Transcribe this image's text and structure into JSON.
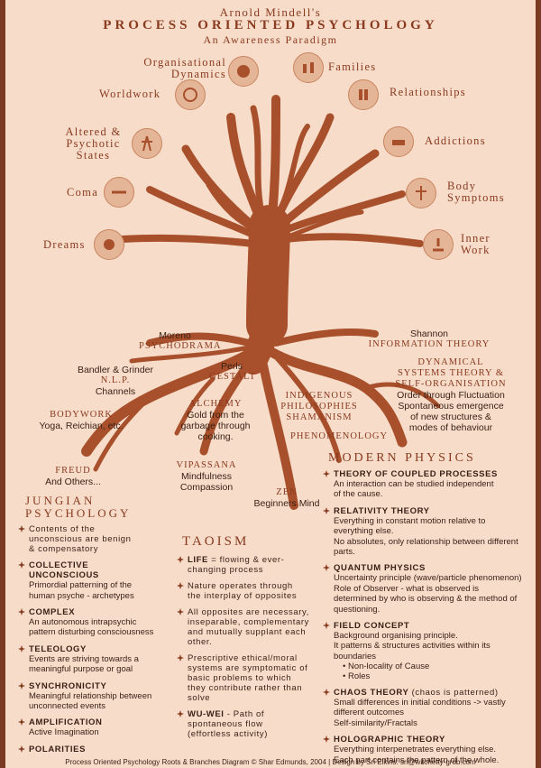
{
  "header": {
    "author": "Arnold Mindell's",
    "title": "PROCESS ORIENTED PSYCHOLOGY",
    "subtitle": "An Awareness Paradigm"
  },
  "branches": {
    "organisational_dynamics": "Organisational\nDynamics",
    "families": "Families",
    "worldwork": "Worldwork",
    "relationships": "Relationships",
    "altered_states": "Altered &\nPsychotic\nStates",
    "addictions": "Addictions",
    "coma": "Coma",
    "body_symptoms": "Body\nSymptoms",
    "dreams": "Dreams",
    "inner_work": "Inner\nWork"
  },
  "roots": {
    "moreno": "Moreno",
    "psychodrama": "PSYCHODRAMA",
    "bandler": "Bandler & Grinder",
    "nlp": "N.L.P.",
    "channels": "Channels",
    "perls": "Perls",
    "gestalt": "GESTALT",
    "alchemy": "ALCHEMY",
    "alchemy_desc": "Gold from the\ngarbage through\ncooking.",
    "indigenous": "INDIGENOUS\nPHILOSOPHIES\nSHAMANISM",
    "bodywork": "BODYWORK",
    "bodywork_desc": "Yoga, Reichian, etc.",
    "shannon": "Shannon",
    "information_theory": "INFORMATION THEORY",
    "dynamical": "DYNAMICAL\nSYSTEMS THEORY &\nSELF-ORGANISATION",
    "dynamical_desc": "Order through Fluctuation\nSpontaneous emergence\nof new structures &\nmodes of behaviour",
    "phenomenology": "PHENOMENOLOGY",
    "freud": "FREUD",
    "freud_desc": "And Others...",
    "vipassana": "VIPASSANA",
    "vipassana_desc": "Mindfulness\nCompassion",
    "zen": "ZEN",
    "zen_desc": "Beginners Mind"
  },
  "jungian": {
    "title": "JUNGIAN\nPSYCHOLOGY",
    "items": [
      {
        "head": "",
        "body": "Contents of the\nunconscious are benign\n& compensatory"
      },
      {
        "head": "COLLECTIVE\nUNCONSCIOUS",
        "body": "Primordial patterning of the\nhuman psyche - archetypes"
      },
      {
        "head": "COMPLEX",
        "body": "An autonomous intrapsychic\npattern disturbing consciousness"
      },
      {
        "head": "TELEOLOGY",
        "body": "Events are striving towards a\nmeaningful purpose or goal"
      },
      {
        "head": "SYNCHRONICITY",
        "body": "Meaningful relationship between\nunconnected events"
      },
      {
        "head": "AMPLIFICATION",
        "body": "Active Imagination"
      },
      {
        "head": "POLARITIES",
        "body": ""
      }
    ]
  },
  "taoism": {
    "title": "TAOISM",
    "items": [
      {
        "head": "LIFE",
        "body": " = flowing & ever-\nchanging process"
      },
      {
        "head": "",
        "body": "Nature operates through\nthe interplay of opposites"
      },
      {
        "head": "",
        "body": "All opposites are necessary,\ninseparable, complementary\nand mutually supplant each\nother."
      },
      {
        "head": "",
        "body": "Prescriptive ethical/moral\nsystems are symptomatic of\nbasic problems to which\nthey contribute rather than\nsolve"
      },
      {
        "head": "WU-WEI",
        "body": " - Path of\nspontaneous flow\n(effortless activity)"
      }
    ]
  },
  "physics": {
    "title": "MODERN PHYSICS",
    "items": [
      {
        "head": "THEORY OF COUPLED PROCESSES",
        "body": "An interaction can be studied independent\nof the cause."
      },
      {
        "head": "RELATIVITY THEORY",
        "body": "Everything in constant motion relative to\neverything else.\nNo absolutes, only relationship between different\nparts."
      },
      {
        "head": "QUANTUM PHYSICS",
        "body": "Uncertainty principle (wave/particle phenomenon)\nRole of Observer - what is observed is\ndetermined by who is observing & the method of\nquestioning."
      },
      {
        "head": "FIELD CONCEPT",
        "body": "Background organising principle.\nIt patterns & structures activities within its\nboundaries"
      },
      {
        "head": "CHAOS THEORY",
        "head_extra": " (chaos is patterned)",
        "body": "Small differences in initial conditions -> vastly\ndifferent outcomes\nSelf-similarity/Fractals"
      },
      {
        "head": "HOLOGRAPHIC THEORY",
        "body": "Everything interpenetrates everything else.\nEach part contains the pattern of the whole."
      }
    ],
    "field_bullets": [
      "Non-locality of Cause",
      "Roles"
    ]
  },
  "footer": "Process Oriented Psychology Roots & Branches Diagram © Shar Edmunds, 2004 | Design by Sri Elkins: sri@witchetty-grub.com",
  "colors": {
    "tree": "#a8502b",
    "accent": "#8a3a1f",
    "background": "#f6dcc9"
  }
}
